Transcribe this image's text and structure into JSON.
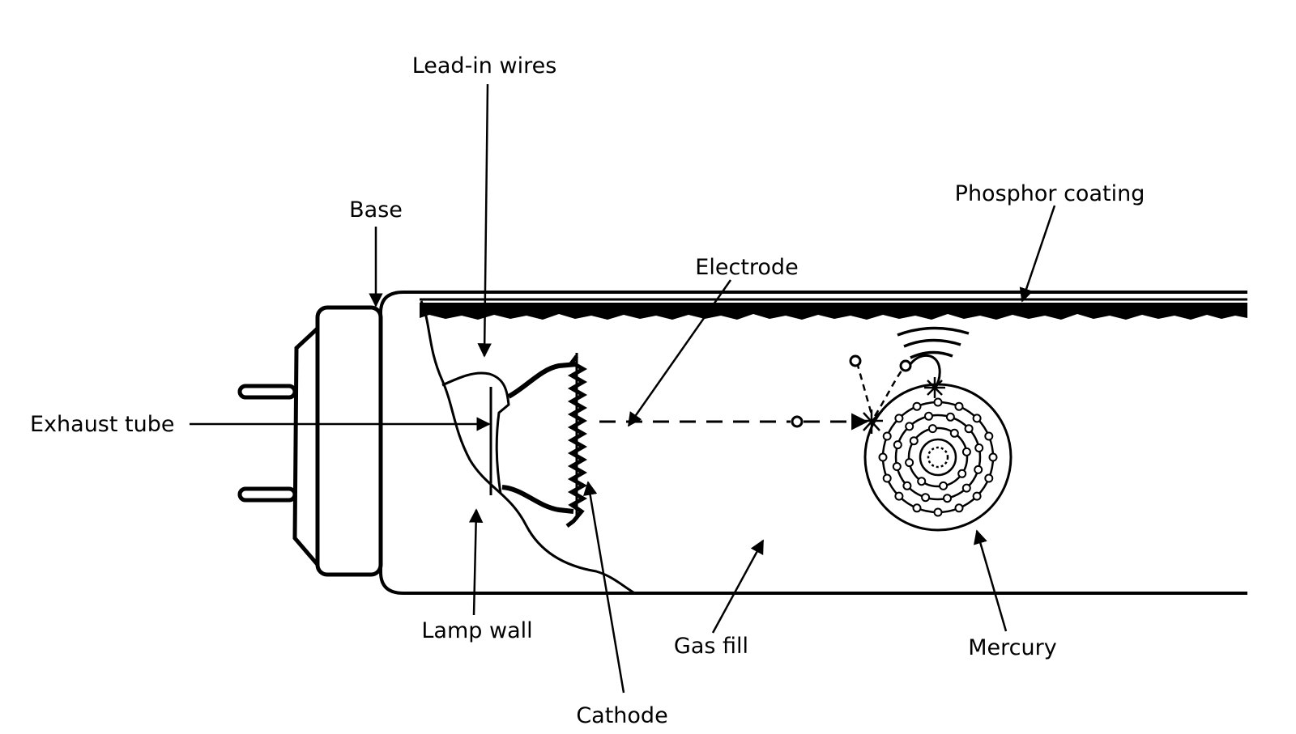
{
  "colors": {
    "ink": "#000000",
    "paper": "#ffffff"
  },
  "labels": {
    "lead_in_wires": "Lead-in wires",
    "base": "Base",
    "phosphor_coating": "Phosphor coating",
    "electrode": "Electrode",
    "exhaust_tube": "Exhaust tube",
    "lamp_wall": "Lamp wall",
    "gas_fill": "Gas fill",
    "mercury": "Mercury",
    "cathode": "Cathode"
  }
}
